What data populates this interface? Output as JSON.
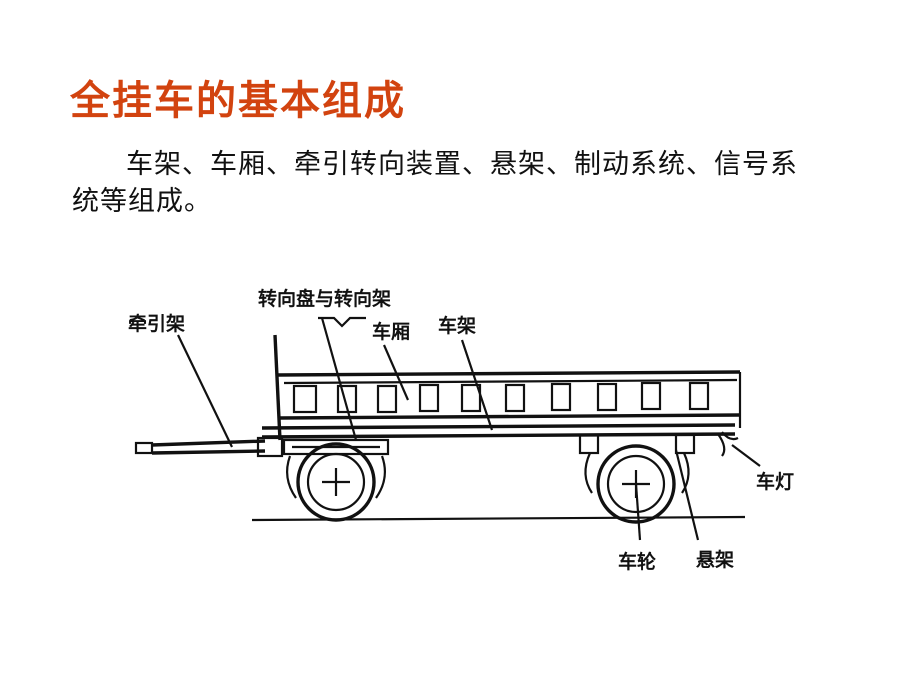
{
  "slide": {
    "title": "全挂车的基本组成",
    "body": "车架、车厢、牵引转向装置、悬架、制动系统、信号系统等组成。"
  },
  "diagram": {
    "labels": {
      "tow_frame": "牵引架",
      "turntable_steering": "转向盘与转向架",
      "cargo_box": "车厢",
      "frame": "车架",
      "lamp": "车灯",
      "wheel": "车轮",
      "suspension": "悬架"
    }
  }
}
